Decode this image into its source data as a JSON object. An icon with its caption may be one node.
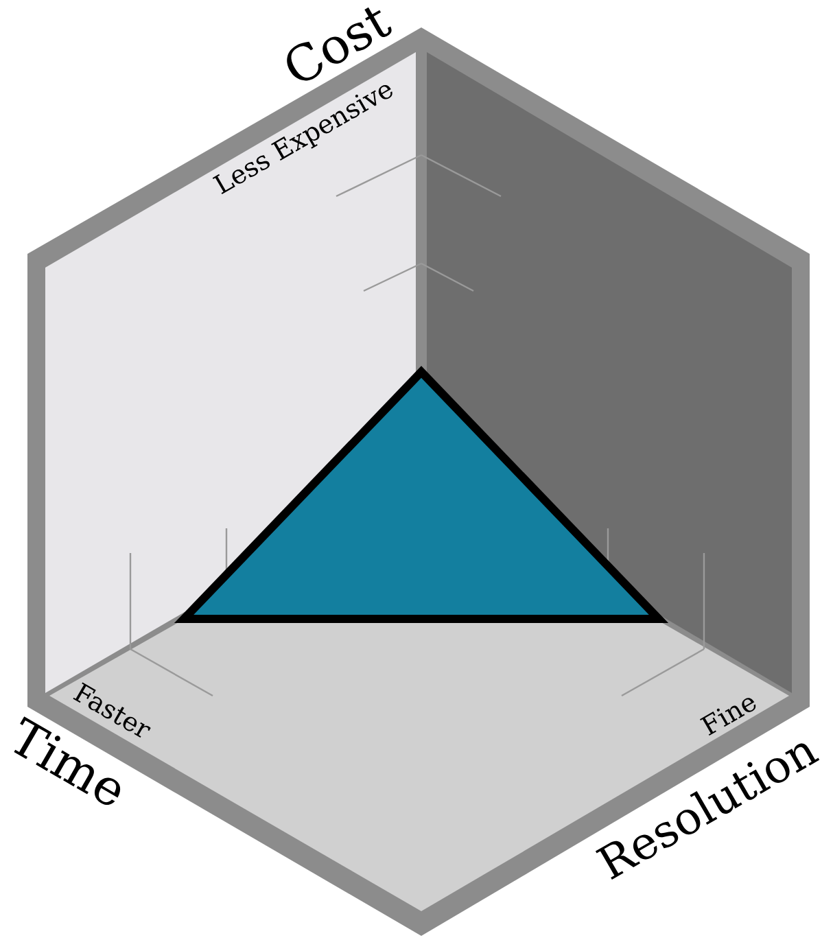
{
  "diagram": {
    "labels": [
      "Cost",
      "Less Expensive",
      "Time",
      "Faster",
      "Resolution",
      "Fine"
    ]
  }
}
